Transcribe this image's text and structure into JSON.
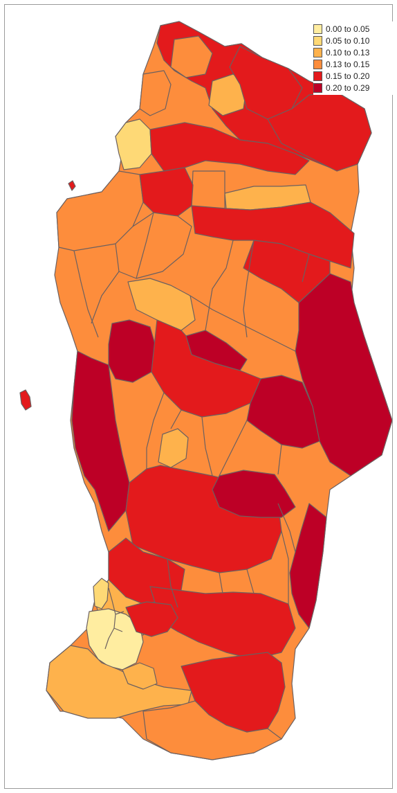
{
  "legend": {
    "items": [
      {
        "label": "0.00 to 0.05",
        "color": "#ffeda0"
      },
      {
        "label": "0.05 to 0.10",
        "color": "#fed976"
      },
      {
        "label": "0.10 to 0.13",
        "color": "#feb24c"
      },
      {
        "label": "0.13 to 0.15",
        "color": "#fd8d3c"
      },
      {
        "label": "0.15 to 0.20",
        "color": "#e31a1c"
      },
      {
        "label": "0.20 to 0.29",
        "color": "#bd0026"
      }
    ]
  },
  "regions": [
    {
      "id": "north-coast-1",
      "class_index": 4
    },
    {
      "id": "north-center-1",
      "class_index": 3
    },
    {
      "id": "north-center-2",
      "class_index": 2
    },
    {
      "id": "north-east-1",
      "class_index": 4
    },
    {
      "id": "north-east-2",
      "class_index": 4
    },
    {
      "id": "north-west-1",
      "class_index": 1
    },
    {
      "id": "north-west-2",
      "class_index": 3
    },
    {
      "id": "upper-band-1",
      "class_index": 4
    },
    {
      "id": "upper-band-2",
      "class_index": 2
    },
    {
      "id": "upper-band-3",
      "class_index": 3
    },
    {
      "id": "west-1",
      "class_index": 3
    },
    {
      "id": "west-2",
      "class_index": 4
    },
    {
      "id": "center-1",
      "class_index": 3
    },
    {
      "id": "center-2",
      "class_index": 2
    },
    {
      "id": "center-3",
      "class_index": 4
    },
    {
      "id": "center-4",
      "class_index": 5
    },
    {
      "id": "east-1",
      "class_index": 5
    },
    {
      "id": "east-2",
      "class_index": 4
    },
    {
      "id": "west-coast-1",
      "class_index": 5
    },
    {
      "id": "west-coast-2",
      "class_index": 5
    },
    {
      "id": "mid-1",
      "class_index": 4
    },
    {
      "id": "mid-2",
      "class_index": 5
    },
    {
      "id": "mid-3",
      "class_index": 2
    },
    {
      "id": "mid-4",
      "class_index": 4
    },
    {
      "id": "mid-5",
      "class_index": 5
    },
    {
      "id": "south-east-1",
      "class_index": 5
    },
    {
      "id": "lower-1",
      "class_index": 4
    },
    {
      "id": "lower-2",
      "class_index": 4
    },
    {
      "id": "south-1",
      "class_index": 2
    },
    {
      "id": "south-2",
      "class_index": 0
    },
    {
      "id": "south-3",
      "class_index": 4
    },
    {
      "id": "south-4",
      "class_index": 2
    },
    {
      "id": "south-5",
      "class_index": 1
    },
    {
      "id": "south-6",
      "class_index": 4
    },
    {
      "id": "south-7",
      "class_index": 3
    },
    {
      "id": "south-8",
      "class_index": 2
    },
    {
      "id": "island-west",
      "class_index": 4
    },
    {
      "id": "island-north",
      "class_index": 4
    }
  ]
}
